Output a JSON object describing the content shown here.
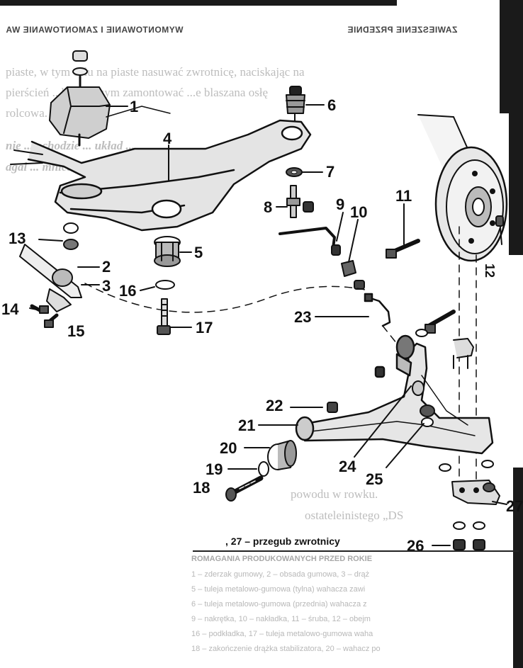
{
  "header": {
    "title": "WYMONTOWANIE I ZAMONTOWANIE WA",
    "section": "ZAWIESZENIE PRZEDNIE"
  },
  "bleed_text": {
    "line1": "piaste, w tym celu na piaste nasuwać zwrotnicę, naciskając na",
    "line2": "pierścień ...ka, po czym zamontować ...e blaszana osłę",
    "line3": "rolcowa.",
    "line4": "nie ... ochodzie ... układ ...",
    "line5": "agal ... mnica ora ...",
    "line6": "powodu w rowku.",
    "line7": "ostateleinistego „DS"
  },
  "part_labels": [
    "1",
    "2",
    "3",
    "4",
    "5",
    "6",
    "7",
    "8",
    "9",
    "10",
    "11",
    "12",
    "13",
    "14",
    "15",
    "16",
    "17",
    "18",
    "19",
    "20",
    "21",
    "22",
    "23",
    "24",
    "25",
    "26",
    "27"
  ],
  "caption": ", 27 – przegub zwrotnicy",
  "bottom_heading": "ROMAGANIA PRODUKOWANYCH PRZED ROKIE",
  "legend_lines": [
    "1 – zderzak gumowy, 2 – obsada gumowa, 3 – drąż",
    "5 – tuleja metalowo-gumowa (tylna) wahacza zawi",
    "6 – tuleja metalowo-gumowa (przednia) wahacza z",
    "9 – nakrętka, 10 – nakładka, 11 – śruba, 12 – obejm",
    "16 – podkładka, 17 – tuleja metalowo-gumowa waha",
    "18 – zakończenie drążka stabilizatora, 20 – wahacz po"
  ]
}
